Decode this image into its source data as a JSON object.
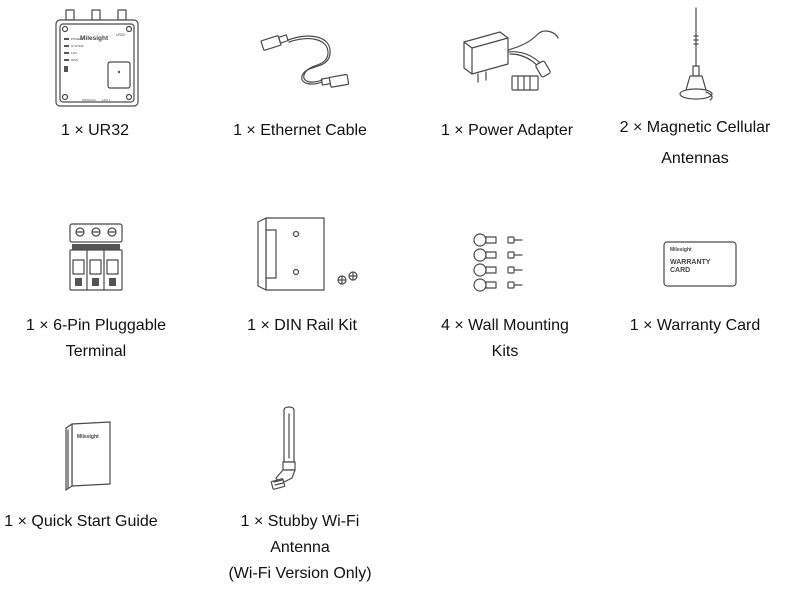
{
  "items": [
    {
      "id": "ur32",
      "lines": [
        "1 × UR32"
      ],
      "icon": "router-icon"
    },
    {
      "id": "ethernet-cable",
      "lines": [
        "1 × Ethernet Cable"
      ],
      "icon": "ethernet-cable-icon"
    },
    {
      "id": "power-adapter",
      "lines": [
        "1 × Power Adapter"
      ],
      "icon": "power-adapter-icon"
    },
    {
      "id": "cellular-antennas",
      "lines": [
        "2 × Magnetic Cellular",
        "Antennas"
      ],
      "icon": "magnetic-antenna-icon"
    },
    {
      "id": "pluggable-terminal",
      "lines": [
        "1 × 6-Pin Pluggable",
        "Terminal"
      ],
      "icon": "terminal-block-icon"
    },
    {
      "id": "din-rail-kit",
      "lines": [
        "1 × DIN Rail Kit"
      ],
      "icon": "din-rail-icon"
    },
    {
      "id": "wall-mounting-kits",
      "lines": [
        "4 × Wall Mounting",
        "Kits"
      ],
      "icon": "wall-mount-screws-icon"
    },
    {
      "id": "warranty-card",
      "lines": [
        "1 × Warranty Card"
      ],
      "icon": "warranty-card-icon"
    },
    {
      "id": "quick-start-guide",
      "lines": [
        "1 × Quick Start Guide"
      ],
      "icon": "booklet-icon"
    },
    {
      "id": "wifi-antenna",
      "lines": [
        "1 × Stubby Wi-Fi",
        "Antenna",
        "(Wi-Fi Version Only)"
      ],
      "icon": "wifi-antenna-icon"
    }
  ],
  "device_logo": "Milesight",
  "device_model": "UR32",
  "router_panel": [
    "POWER",
    "SYSTEM",
    "LAN",
    "WAN"
  ],
  "router_ports": [
    "WAN/LAN",
    "LAN 1"
  ],
  "warranty_card_text": [
    "WARRANTY",
    "CARD"
  ],
  "colors": {
    "text": "#111111",
    "line": "#4a4a4a",
    "background": "#ffffff"
  }
}
